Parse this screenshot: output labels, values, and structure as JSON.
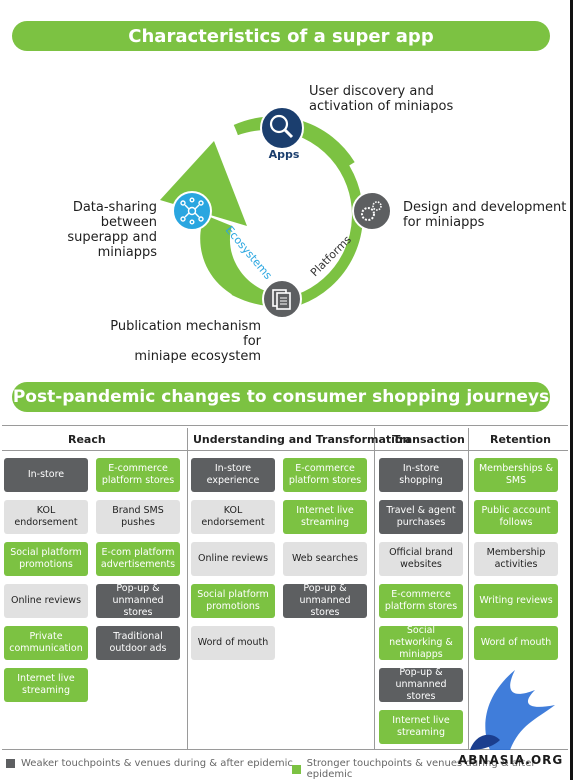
{
  "banner1": "Characteristics of a super app",
  "cycle": {
    "apps_label": "Apps",
    "ecosystems_label": "Ecosystems",
    "platforms_label": "Platforms",
    "top_right": [
      "User discovery and",
      "activation of miniapos"
    ],
    "right": [
      "Design and development",
      "for miniapps"
    ],
    "left": [
      "Data-sharing between",
      "superapp and miniapps"
    ],
    "bottom": [
      "Publication mechanism for",
      "miniape ecosystem"
    ],
    "icons": [
      "magnifier-icon",
      "gears-icon",
      "documents-icon",
      "network-icon"
    ],
    "colors": {
      "green": "#7cc242",
      "navy": "#1b3e6e",
      "dark": "#5d5f61",
      "blue": "#2aa6e0"
    }
  },
  "banner2": "Post-pandemic changes to consumer shopping journeys",
  "columns": [
    "Reach",
    "Understanding and Transformation",
    "Transaction",
    "Retention"
  ],
  "reach_left": [
    {
      "text": "In-store",
      "style": "dark"
    },
    {
      "text": "KOL endorsement",
      "style": "light"
    },
    {
      "text": "Social platform promotions",
      "style": "green"
    },
    {
      "text": "Online reviews",
      "style": "light"
    },
    {
      "text": "Private communication",
      "style": "green"
    },
    {
      "text": "Internet live streaming",
      "style": "green"
    }
  ],
  "reach_right": [
    {
      "text": "E-commerce platform stores",
      "style": "green"
    },
    {
      "text": "Brand SMS pushes",
      "style": "light"
    },
    {
      "text": "E-com platform advertisements",
      "style": "green"
    },
    {
      "text": "Pop-up & unmanned stores",
      "style": "dark"
    },
    {
      "text": "Traditional outdoor ads",
      "style": "dark"
    }
  ],
  "understanding_left": [
    {
      "text": "In-store experience",
      "style": "dark"
    },
    {
      "text": "KOL endorsement",
      "style": "light"
    },
    {
      "text": "Online reviews",
      "style": "light"
    },
    {
      "text": "Social platform promotions",
      "style": "green"
    },
    {
      "text": "Word of mouth",
      "style": "light"
    }
  ],
  "understanding_right": [
    {
      "text": "E-commerce platform stores",
      "style": "green"
    },
    {
      "text": "Internet live streaming",
      "style": "green"
    },
    {
      "text": "Web searches",
      "style": "light"
    },
    {
      "text": "Pop-up & unmanned stores",
      "style": "dark"
    }
  ],
  "transaction": [
    {
      "text": "In-store shopping",
      "style": "dark"
    },
    {
      "text": "Travel & agent purchases",
      "style": "dark"
    },
    {
      "text": "Official brand websites",
      "style": "light"
    },
    {
      "text": "E-commerce platform stores",
      "style": "green"
    },
    {
      "text": "Social networking & miniapps",
      "style": "green"
    },
    {
      "text": "Pop-up & unmanned stores",
      "style": "dark"
    },
    {
      "text": "Internet live streaming",
      "style": "green"
    }
  ],
  "retention": [
    {
      "text": "Memberships & SMS",
      "style": "green"
    },
    {
      "text": "Public account follows",
      "style": "green"
    },
    {
      "text": "Membership activities",
      "style": "light"
    },
    {
      "text": "Writing reviews",
      "style": "green"
    },
    {
      "text": "Word of mouth",
      "style": "green"
    }
  ],
  "legend": {
    "weaker": "Weaker touchpoints & venues during & after epidemic",
    "stronger": "Stronger touchpoints & venues during & after epidemic",
    "weaker_color": "#5d5f61",
    "stronger_color": "#7cc242"
  },
  "watermark": "ABNASIA.ORG"
}
